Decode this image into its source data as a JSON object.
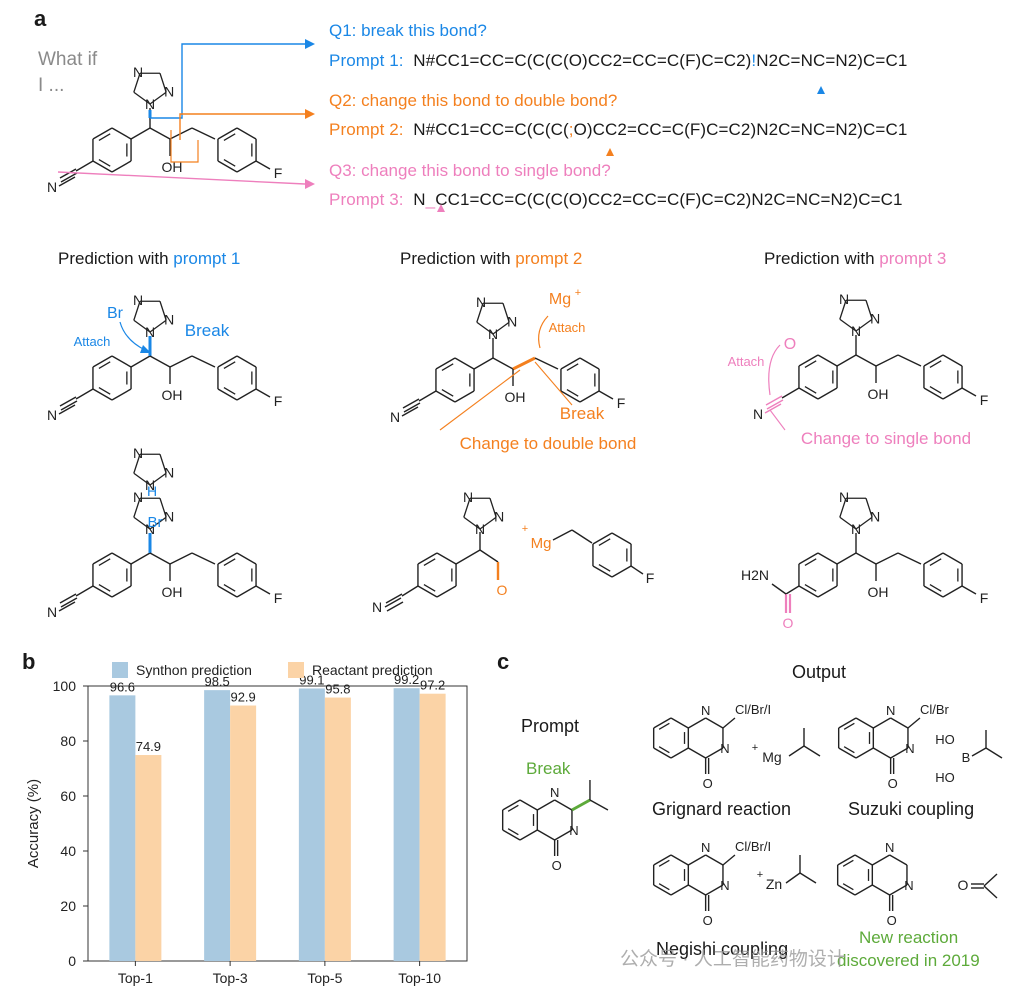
{
  "panel_a": {
    "label": "a",
    "what_if": [
      "What if",
      "I ..."
    ],
    "q1": "Q1: break this bond?",
    "q2": "Q2: change this bond to double bond?",
    "q3": "Q3: change this bond to single bond?",
    "prompt1_label": "Prompt 1:",
    "prompt1_smiles_a": "N#CC1=CC=C(C(C(O)CC2=CC=C(F)C=C2)",
    "prompt1_mark": "!",
    "prompt1_smiles_b": "N2C=NC=N2)C=C1",
    "prompt2_label": "Prompt 2:",
    "prompt2_smiles_a": "N#CC1=CC=C(C(C(",
    "prompt2_mark": ";",
    "prompt2_smiles_b": "O)CC2=CC=C(F)C=C2)N2C=NC=N2)C=C1",
    "prompt3_label": "Prompt 3:",
    "prompt3_smiles_a": "N",
    "prompt3_mark": "_",
    "prompt3_smiles_b": "CC1=CC=C(C(C(O)CC2=CC=C(F)C=C2)N2C=NC=N2)C=C1",
    "pred_prefix": "Prediction with",
    "pred1": "prompt 1",
    "pred2": "prompt 2",
    "pred3": "prompt 3",
    "atoms": {
      "N": "N",
      "NH": "N",
      "H": "H",
      "OH": "OH",
      "F": "F",
      "O": "O",
      "Br": "Br",
      "Mg": "Mg",
      "plus": "+",
      "H2N": "H2N"
    },
    "attach": "Attach",
    "break": "Break",
    "change_double": "Change to double bond",
    "change_single": "Change to single bond"
  },
  "panel_b": {
    "label": "b",
    "chart_data": {
      "type": "bar",
      "categories": [
        "Top-1",
        "Top-3",
        "Top-5",
        "Top-10"
      ],
      "series": [
        {
          "name": "Synthon prediction",
          "values": [
            96.6,
            98.5,
            99.1,
            99.2
          ],
          "color": "#a9c9e0"
        },
        {
          "name": "Reactant prediction",
          "values": [
            74.9,
            92.9,
            95.8,
            97.2
          ],
          "color": "#fbd3a6"
        }
      ],
      "xlabel": "",
      "ylabel": "Accuracy (%)",
      "ylim": [
        0,
        100
      ],
      "yticks": [
        0,
        20,
        40,
        60,
        80,
        100
      ],
      "legend": "top",
      "grid": false
    }
  },
  "panel_c": {
    "label": "c",
    "prompt": "Prompt",
    "output": "Output",
    "break": "Break",
    "grignard": "Grignard reaction",
    "suzuki": "Suzuki coupling",
    "negishi": "Negishi coupling",
    "new_reaction": "New reaction",
    "discovered": "discovered in 2019",
    "halo1": "Cl/Br/I",
    "halo2": "Cl/Br",
    "halo3": "Cl/Br/I",
    "mg": "Mg",
    "zn": "Zn",
    "ho": "HO",
    "b": "B"
  },
  "watermark": "公众号 · 人工智能药物设计",
  "colors": {
    "blue": "#1a87e6",
    "orange": "#f4801f",
    "pink": "#ee7fbd",
    "green": "#5daa3a"
  }
}
